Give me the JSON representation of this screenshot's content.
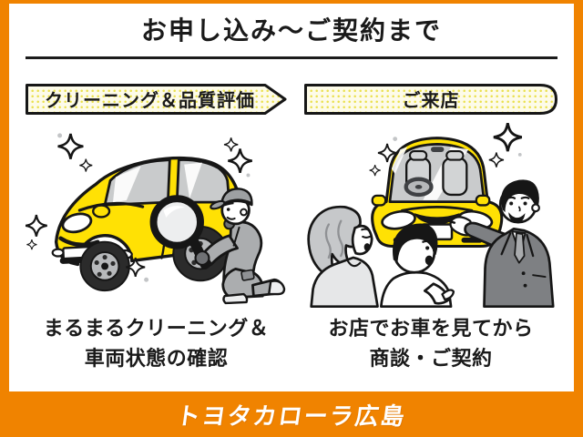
{
  "header": {
    "title": "お申し込み〜ご契約まで"
  },
  "steps": {
    "cleaning": {
      "banner": "クリーニング＆品質評価",
      "caption1": "まるまるクリーニング＆",
      "caption2": "車両状態の確認",
      "illustration": "yellow-car-inspected-by-mechanic-with-magnifying-glass"
    },
    "visit": {
      "banner": "ご来店",
      "caption1": "お店でお車を見てから",
      "caption2": "商談・ご契約",
      "illustration": "customers-and-salesperson-with-yellow-car"
    }
  },
  "footer": {
    "brand": "トヨタカローラ広島"
  },
  "icons": {
    "sparkle": "four-point-star"
  },
  "colors": {
    "frame_orange": "#F08300",
    "car_yellow": "#FFE104",
    "ink": "#1A1A1A",
    "window_gray": "#C9CBCC",
    "banner_bg": "#FDFBE9",
    "banner_dot": "#EAE04A",
    "uniform_gray": "#ABADAF",
    "suit_gray": "#7E8083",
    "footer_text": "#FFFFFF"
  }
}
